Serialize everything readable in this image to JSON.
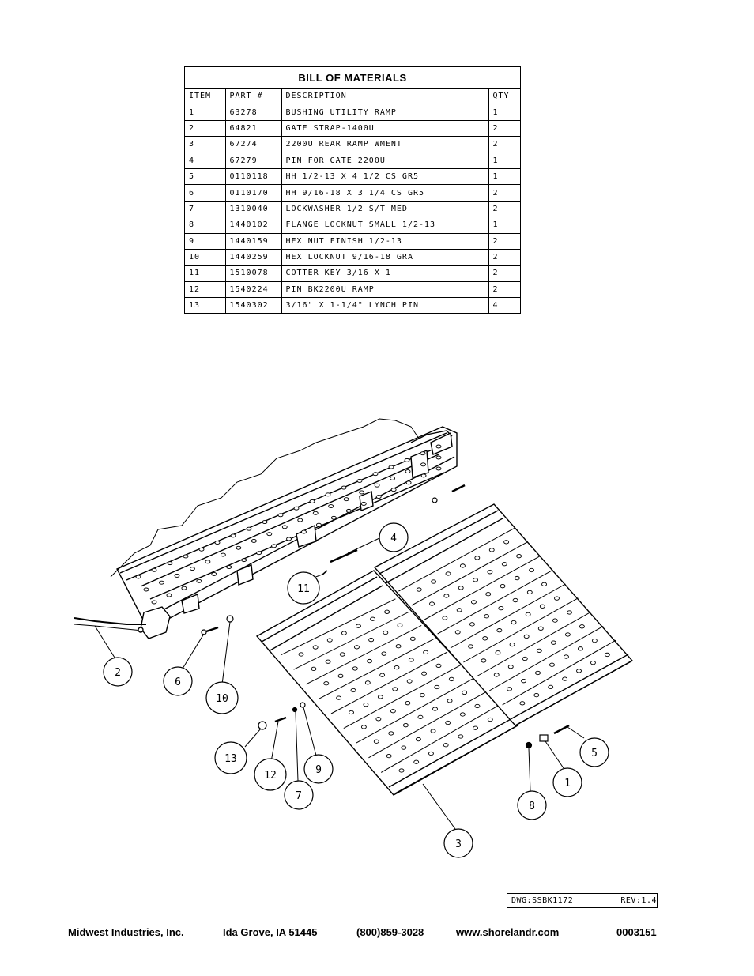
{
  "bom": {
    "title": "BILL OF MATERIALS",
    "headers": {
      "item": "ITEM",
      "part": "PART #",
      "description": "DESCRIPTION",
      "qty": "QTY"
    },
    "rows": [
      {
        "item": "1",
        "part": "63278",
        "description": "BUSHING UTILITY RAMP",
        "qty": "1"
      },
      {
        "item": "2",
        "part": "64821",
        "description": "GATE STRAP-1400U",
        "qty": "2"
      },
      {
        "item": "3",
        "part": "67274",
        "description": "2200U REAR RAMP WMENT",
        "qty": "2"
      },
      {
        "item": "4",
        "part": "67279",
        "description": "PIN FOR GATE 2200U",
        "qty": "1"
      },
      {
        "item": "5",
        "part": "0110118",
        "description": "HH 1/2-13 X 4 1/2 CS GR5",
        "qty": "1"
      },
      {
        "item": "6",
        "part": "0110170",
        "description": "HH 9/16-18 X 3 1/4 CS GR5",
        "qty": "2"
      },
      {
        "item": "7",
        "part": "1310040",
        "description": "LOCKWASHER 1/2 S/T MED",
        "qty": "2"
      },
      {
        "item": "8",
        "part": "1440102",
        "description": "FLANGE LOCKNUT SMALL 1/2-13",
        "qty": "1"
      },
      {
        "item": "9",
        "part": "1440159",
        "description": "HEX NUT FINISH 1/2-13",
        "qty": "2"
      },
      {
        "item": "10",
        "part": "1440259",
        "description": "HEX LOCKNUT 9/16-18 GRA",
        "qty": "2"
      },
      {
        "item": "11",
        "part": "1510078",
        "description": "COTTER KEY 3/16 X 1",
        "qty": "2"
      },
      {
        "item": "12",
        "part": "1540224",
        "description": "PIN BK2200U RAMP",
        "qty": "2"
      },
      {
        "item": "13",
        "part": "1540302",
        "description": "3/16\" X 1-1/4\" LYNCH PIN",
        "qty": "4"
      }
    ]
  },
  "callouts": {
    "b1": "1",
    "b2": "2",
    "b3": "3",
    "b4": "4",
    "b5": "5",
    "b6": "6",
    "b7": "7",
    "b8": "8",
    "b9": "9",
    "b10": "10",
    "b11": "11",
    "b12": "12",
    "b13": "13"
  },
  "titleblock": {
    "dwg": "DWG:SSBK1172",
    "rev": "REV:1.4"
  },
  "footer": {
    "company": "Midwest Industries, Inc.",
    "location": "Ida Grove, IA  51445",
    "phone": "(800)859-3028",
    "website": "www.shorelandr.com",
    "doc_number": "0003151"
  }
}
